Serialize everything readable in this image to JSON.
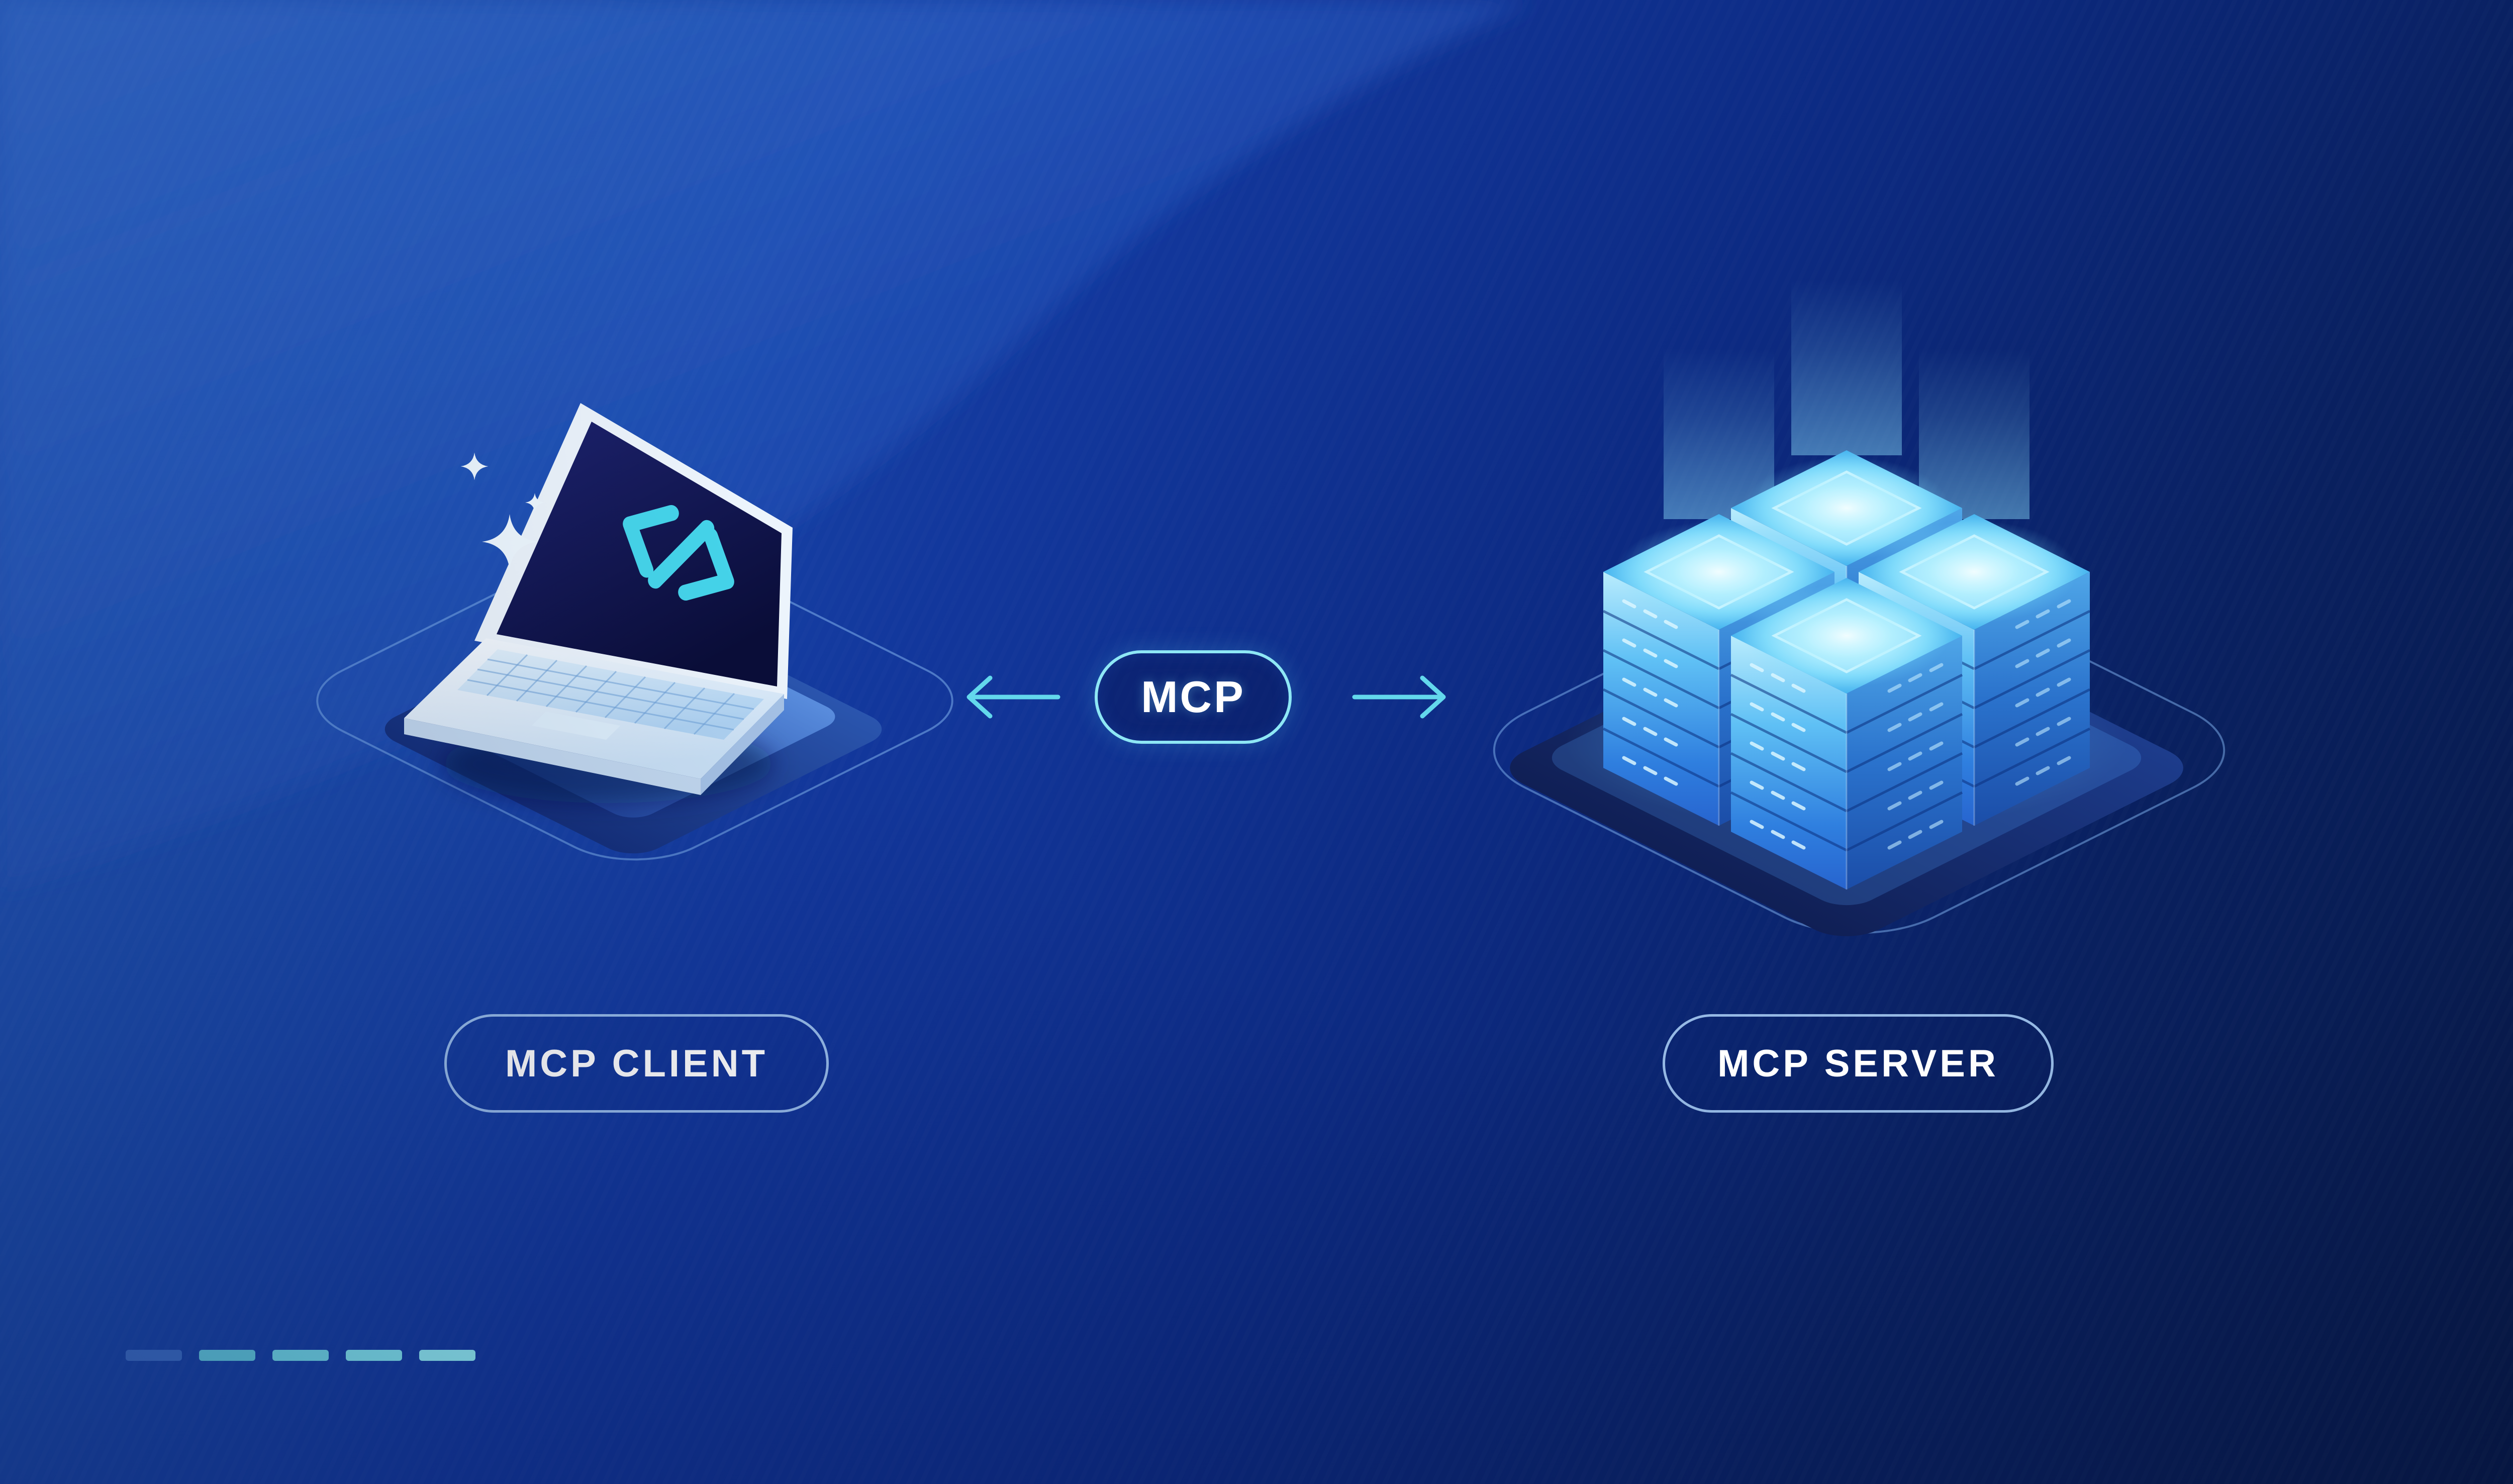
{
  "diagram": {
    "protocol": {
      "label": "MCP"
    },
    "client": {
      "label": "MCP CLIENT",
      "illustration": "laptop-with-code-screen-and-sparkles"
    },
    "server": {
      "label": "MCP SERVER",
      "illustration": "four-glowing-server-towers-on-platform"
    },
    "connection": {
      "style": "double-headed-arrows-through-protocol-badge"
    },
    "colors": {
      "background_light": "#2b63cb",
      "background_deep": "#071844",
      "accent_cyan": "#66dcef",
      "pill_border": "#9cc3ee",
      "protocol_border": "#8ee7f5",
      "text": "#ffffff",
      "server_glow": "#7fd9fa"
    },
    "icons": [
      "sparkles-icon",
      "laptop-icon",
      "code-icon",
      "arrow-left-icon",
      "arrow-right-icon",
      "server-stack-icon"
    ]
  }
}
